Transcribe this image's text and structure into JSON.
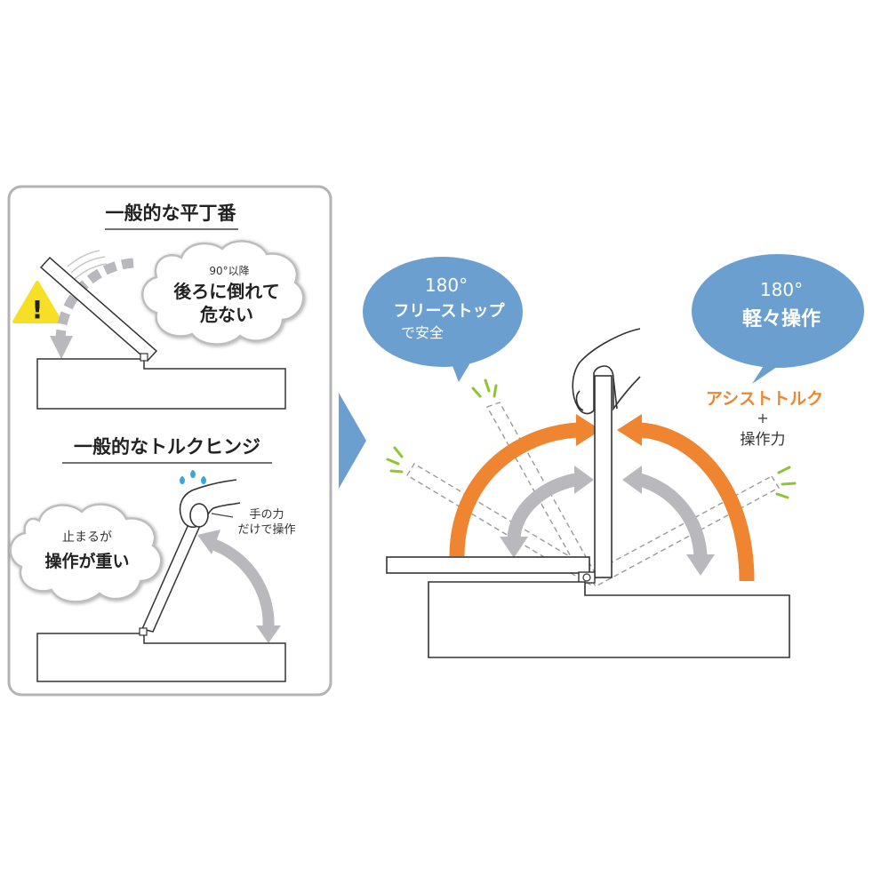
{
  "left_panel": {
    "section_flat": {
      "title": "一般的な平丁番",
      "cloud_small": "90°以降",
      "cloud_line1": "後ろに倒れて",
      "cloud_line2": "危ない",
      "warning_symbol": "!"
    },
    "section_torque": {
      "title": "一般的なトルクヒンジ",
      "cloud_line1": "止まるが",
      "cloud_line2": "操作が重い",
      "note_line1": "手の力",
      "note_line2": "だけで操作"
    }
  },
  "right_panel": {
    "bubble_left": {
      "line1": "180°",
      "line2": "フリーストップ",
      "line3": "で安全"
    },
    "bubble_right": {
      "line1": "180°",
      "line2": "軽々操作"
    },
    "assist_label": "アシストトルク",
    "plus_label": "+",
    "force_label": "操作力"
  },
  "colors": {
    "panel_border": "#b4b4b4",
    "bubble_blue": "#6a9fcf",
    "assist_orange": "#ef8530",
    "gray_arrow": "#b9b9bd",
    "warning_yellow": "#f6df24",
    "accent_green": "#8fc434",
    "sweat_blue": "#3aa6de"
  }
}
